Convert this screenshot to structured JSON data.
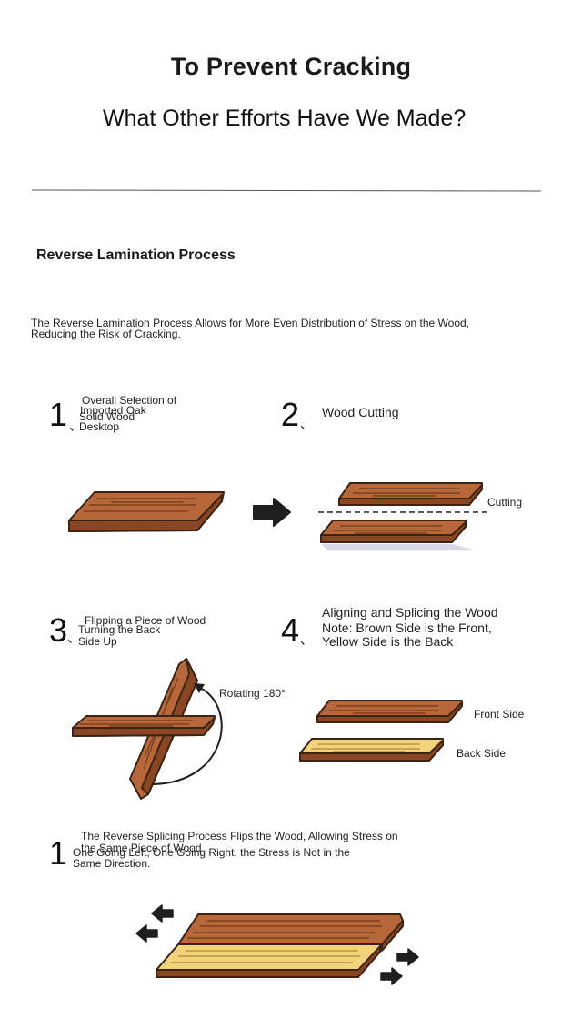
{
  "header": {
    "title": "To Prevent Cracking",
    "subtitle": "What Other Efforts Have We Made?"
  },
  "section": {
    "title": "Reverse Lamination Process",
    "description": "The Reverse Lamination Process Allows for More Even Distribution of Stress on the Wood, Reducing the Risk of Cracking."
  },
  "steps": [
    {
      "number": "1",
      "sep": "、",
      "line1": "Overall Selection of",
      "line2": "Imported Oak",
      "line3": "Solid Wood",
      "line4": "Desktop"
    },
    {
      "number": "2",
      "sep": "、",
      "text": "Wood Cutting",
      "label": "Cutting"
    },
    {
      "number": "3",
      "sep": "、",
      "line1": "Flipping a Piece of Wood",
      "line2": "Turning the Back",
      "line3": "Side Up",
      "label": "Rotating 180°"
    },
    {
      "number": "4",
      "sep": "、",
      "line1": "Aligning and Splicing the Wood",
      "line2": "Note: Brown Side is the Front,",
      "line3": "Yellow Side is the Back",
      "front_label": "Front Side",
      "back_label": "Back Side"
    },
    {
      "number": "1",
      "line1": "The Reverse Splicing Process Flips the Wood, Allowing Stress on",
      "line2": "the Same Piece of Wood",
      "line3": "One Going Left, One Going Right, the Stress is Not in the",
      "line4": "Same Direction."
    }
  ],
  "colors": {
    "wood_brown": "#b8673a",
    "wood_brown_dark": "#8a4622",
    "wood_yellow": "#f2d27a",
    "outline": "#3a2416",
    "arrow": "#1f1f1f"
  }
}
